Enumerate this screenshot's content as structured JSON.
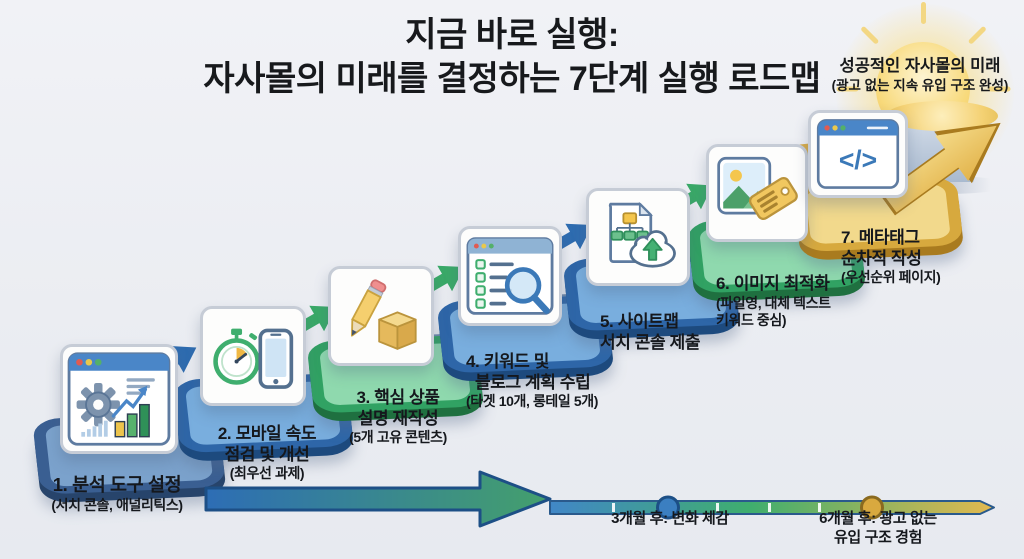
{
  "title": {
    "line1": "지금 바로 실행:",
    "line2": "자사몰의 미래를 결정하는 7단계 실행 로드맵"
  },
  "goal": {
    "line1": "성공적인 자사몰의 미래",
    "line2": "(광고 없는 지속 유입 구조 완성)"
  },
  "steps": [
    {
      "icon": "browser-gear-analytics-chart-icon",
      "platform_color": "navy-blue",
      "l1": "1. 분석 도구 설정",
      "l2": "(서치 콘솔, 애널리틱스)"
    },
    {
      "icon": "stopwatch-smartphone-icon",
      "platform_color": "blue",
      "l1": "2. 모바일 속도",
      "l2": "점검 및 개선",
      "l3": "(최우선 과제)"
    },
    {
      "icon": "pencil-package-box-icon",
      "platform_color": "green",
      "l1": "3. 핵심 상품",
      "l2": "설명 재작성",
      "l3": "(5개 고유 콘텐츠)"
    },
    {
      "icon": "checklist-magnifier-icon",
      "platform_color": "blue",
      "l1": "4. 키워드 및",
      "l2": "블로그 계획 수립",
      "l3": "(타겟 10개, 롱테일 5개)"
    },
    {
      "icon": "sitemap-document-cloud-upload-icon",
      "platform_color": "blue",
      "l1": "5. 사이트맵",
      "l2": "서치 콘솔 제출"
    },
    {
      "icon": "image-price-tag-icon",
      "platform_color": "green",
      "l1": "6. 이미지 최적화",
      "l2": "(파일영, 대체 텍스트",
      "l3": "키워드 중심)"
    },
    {
      "icon": "code-browser-icon",
      "platform_color": "gold",
      "l1": "7. 메타태그",
      "l2": "순차적 작성",
      "l3": "(우선순위 페이지)",
      "code_glyph": "</>"
    }
  ],
  "timeline": {
    "milestone1": "3개월 후: 변화 체감",
    "milestone2_line1": "6개월 후: 광고 없는",
    "milestone2_line2": "유입 구조 경험"
  },
  "colors": {
    "background": "#edeff4",
    "blue": "#2e6cb0",
    "green": "#3aa968",
    "gold": "#dcae46",
    "sun": "#f8da7c",
    "text": "#15181d"
  }
}
